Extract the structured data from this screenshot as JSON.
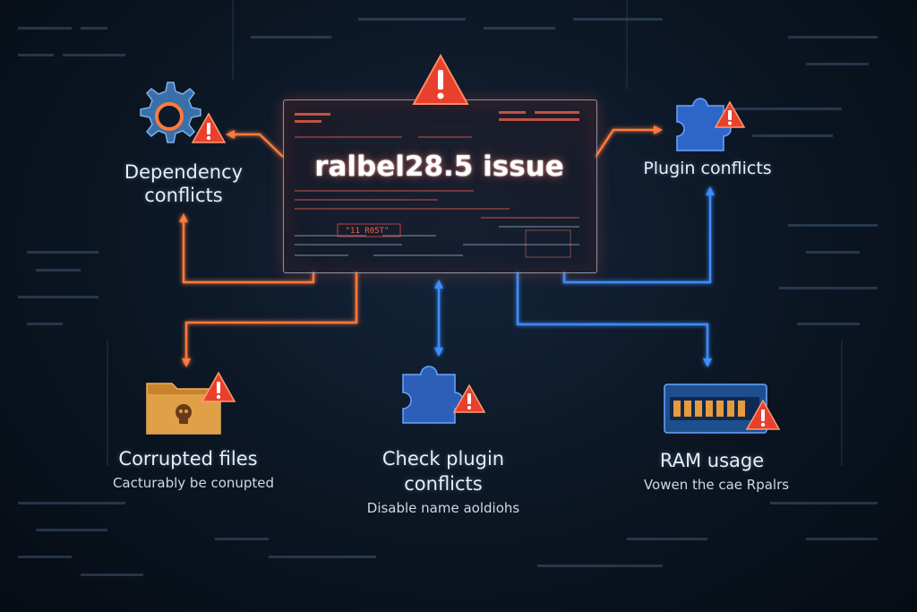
{
  "center": {
    "title": "ralbel28.5 issue",
    "inner_text": "\"11 R05T\""
  },
  "nodes": {
    "dependency": {
      "label_line1": "Dependency",
      "label_line2": "conflicts"
    },
    "plugin": {
      "label": "Plugin conflicts"
    },
    "corrupted": {
      "label": "Corrupted files",
      "sub": "Cacturably be conupted"
    },
    "check_plugin": {
      "label_line1": "Check plugin",
      "label_line2": "conflicts",
      "sub": "Disable name aoldiohs"
    },
    "ram": {
      "label": "RAM usage",
      "sub": "Vowen the cae Rpalrs"
    }
  },
  "icons": {
    "warning": "warning-icon",
    "gear": "gear-icon",
    "puzzle": "puzzle-icon",
    "folder": "folder-icon",
    "skull": "skull-icon",
    "memory": "ram-icon"
  },
  "colors": {
    "warning_red": "#e8402c",
    "arrow_orange": "#ff7a3c",
    "arrow_blue": "#3d8dff",
    "text": "#e8eef4"
  }
}
